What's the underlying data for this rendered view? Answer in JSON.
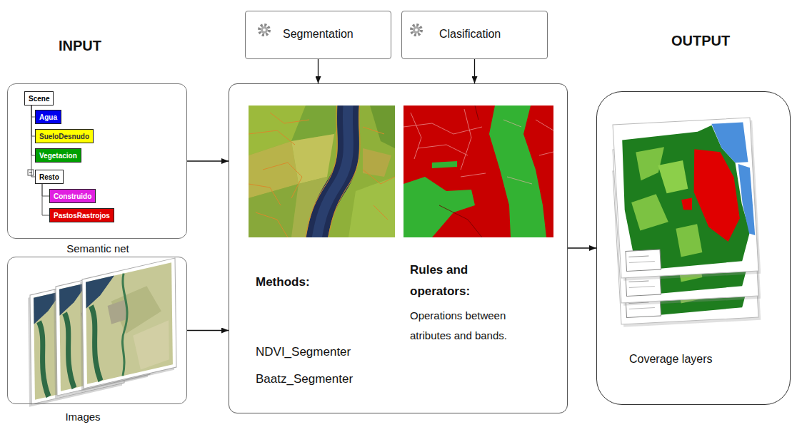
{
  "diagram": {
    "nodes": [
      {
        "text": [
          "Semantic net"
        ]
      },
      {
        "text": [
          "Scene"
        ],
        "in": 0
      },
      {
        "text": [
          "Agua"
        ],
        "in": 0
      },
      {
        "text": [
          "SueloDesnudo"
        ],
        "in": 0
      },
      {
        "text": [
          "Vegetacion"
        ],
        "in": 0
      },
      {
        "text": [
          "Resto"
        ],
        "in": 0
      },
      {
        "text": [
          "Construido"
        ],
        "in": 0
      },
      {
        "text": [
          "PastosRastrojos"
        ],
        "in": 0
      },
      {
        "text": [
          "Images"
        ]
      },
      {
        "text": [
          "Segmentation"
        ]
      },
      {
        "text": [
          "Clasification"
        ]
      },
      {
        "text": [
          "Methods:",
          "NDVI_Segmenter Baatz_Segmenter",
          "Rules and operators:",
          "Operations between atributes and bands."
        ]
      },
      {
        "text": [
          "Coverage layers"
        ]
      }
    ],
    "edges": [
      {
        "from": 1,
        "to": 2,
        "arrow": "none"
      },
      {
        "from": 1,
        "to": 3,
        "arrow": "none"
      },
      {
        "from": 1,
        "to": 4,
        "arrow": "none"
      },
      {
        "from": 1,
        "to": 5,
        "arrow": "none"
      },
      {
        "from": 5,
        "to": 6,
        "arrow": "none"
      },
      {
        "from": 5,
        "to": 7,
        "arrow": "none"
      },
      {
        "from": 0,
        "to": 11,
        "arrow": "to"
      },
      {
        "from": 8,
        "to": 11,
        "arrow": "to"
      },
      {
        "from": 9,
        "to": 11,
        "arrow": "to"
      },
      {
        "from": 10,
        "to": 11,
        "arrow": "to"
      },
      {
        "from": 11,
        "to": 12,
        "arrow": "to"
      }
    ],
    "labels": [
      "INPUT",
      "OUTPUT"
    ]
  }
}
